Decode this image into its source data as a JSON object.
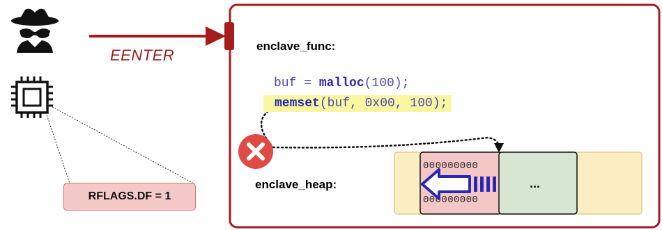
{
  "labels": {
    "eenter": "EENTER",
    "func": "enclave_func:",
    "heap": "enclave_heap:",
    "rflags": "RFLAGS.DF = 1",
    "ellipsis": "..."
  },
  "code": {
    "line1": {
      "ident": "buf",
      "op": " = ",
      "call": "malloc",
      "args": "(100);"
    },
    "line2": {
      "call": "memset",
      "args": "(buf, 0x00, 100);"
    }
  },
  "heap_bits": [
    "000000000",
    "000000000"
  ],
  "icons": [
    "attacker-icon",
    "cpu-chip-icon",
    "error-x-icon",
    "left-arrow-icon"
  ],
  "colors": {
    "dark_red": "#9b1c1c",
    "enclave_border": "#a61b1b",
    "code_blue": "#4a4ab8",
    "highlight": "#fbf7a0",
    "heap_bg": "#fbeec2",
    "pink_block": "#f5c6c6",
    "green_block": "#d7e6d0",
    "error_red": "#e04a45"
  }
}
